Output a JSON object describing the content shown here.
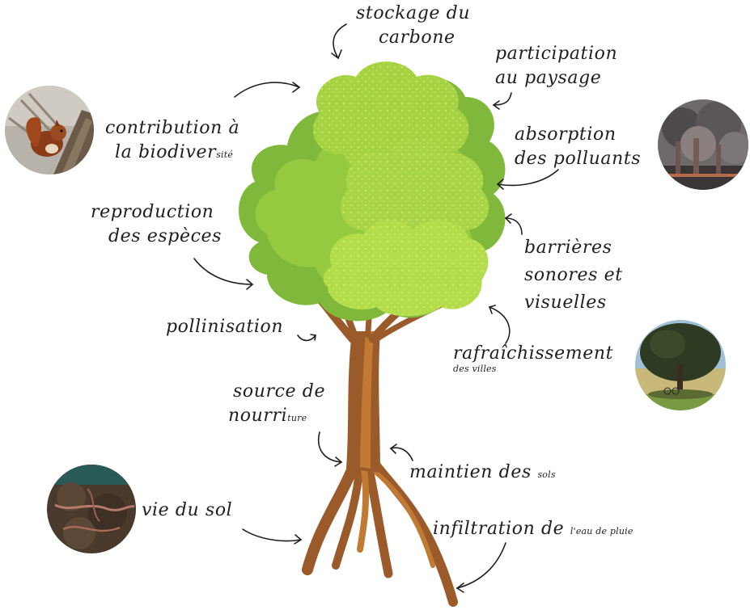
{
  "colors": {
    "text": "#1f1f1f",
    "foliage_dark": "#7fb83a",
    "foliage_mid": "#95c93f",
    "foliage_light": "#b9dc4a",
    "trunk": "#9a5a2a",
    "trunk_light": "#c07a34",
    "arrow": "#1f1f1f"
  },
  "labels": {
    "stockage": {
      "line1": "stockage du",
      "line2": "carbone"
    },
    "paysage": {
      "line1": "participation",
      "line2": "au paysage"
    },
    "biodiversite": {
      "line1": "contribution à",
      "line2a": "la biodiver",
      "line2b": "sité"
    },
    "polluants": {
      "line1": "absorption",
      "line2": "des polluants"
    },
    "reproduction": {
      "line1": "reproduction",
      "line2": "des espèces"
    },
    "barrieres": {
      "line1": "barrières",
      "line2": "sonores et",
      "line3": "visuelles"
    },
    "pollinisation": "pollinisation",
    "rafraichissement": {
      "line1": "rafraîchissement",
      "line2": "des villes"
    },
    "nourriture": {
      "line1": "source de",
      "line2a": "nourri",
      "line2b": "ture"
    },
    "sols": {
      "main": "maintien des",
      "small": "sols"
    },
    "vie_sol": "vie du sol",
    "infiltration": {
      "main": "infiltration de",
      "small": "l'eau de pluie"
    }
  },
  "photos": {
    "squirrel": "squirrel-photo",
    "pollution": "factory-smoke-photo",
    "shade": "shade-tree-photo",
    "soil": "earthworm-soil-photo"
  }
}
